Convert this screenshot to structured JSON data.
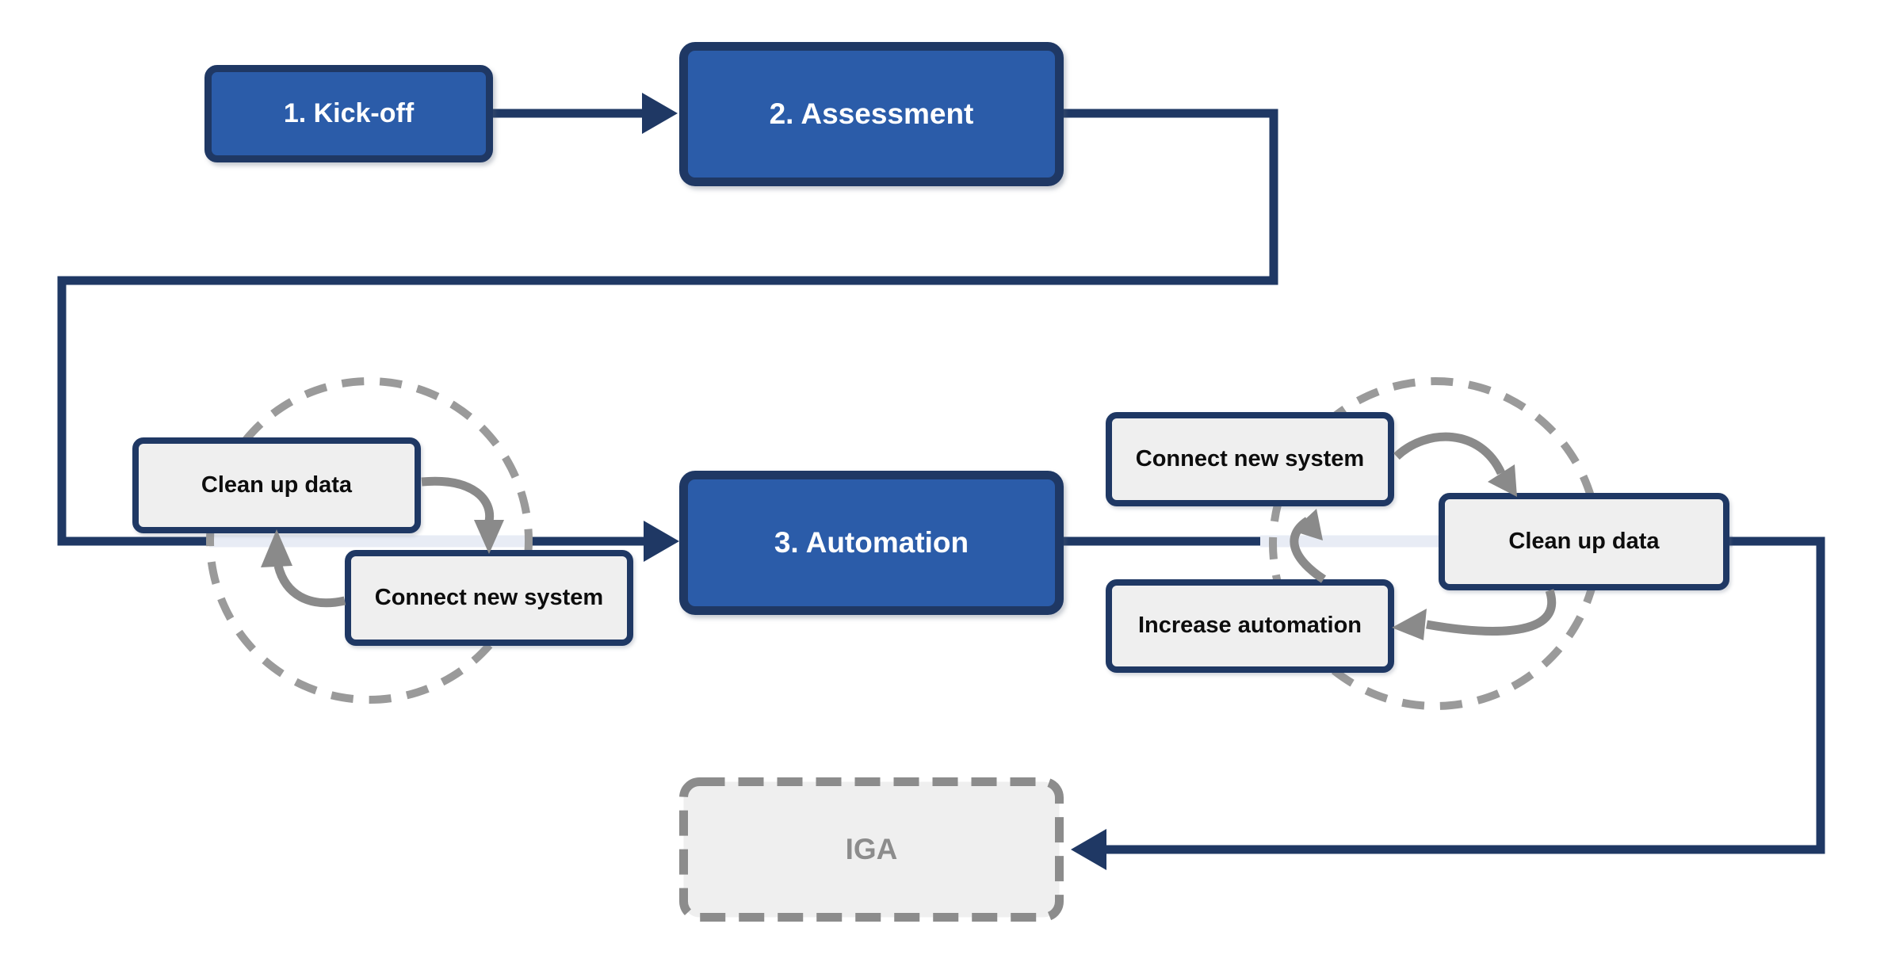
{
  "diagram": {
    "type": "flowchart",
    "background": "#ffffff",
    "stages": {
      "kickoff": "1. Kick-off",
      "assessment": "2. Assessment",
      "automation": "3. Automation",
      "iga": "IGA"
    },
    "left_loop": {
      "clean_up_data": "Clean up data",
      "connect_new_system": "Connect new system"
    },
    "right_loop": {
      "connect_new_system": "Connect new system",
      "clean_up_data": "Clean up data",
      "increase_automation": "Increase automation"
    },
    "connections": [
      {
        "from": "1. Kick-off",
        "to": "2. Assessment"
      },
      {
        "from": "2. Assessment",
        "to": "3. Automation"
      },
      {
        "from": "3. Automation",
        "to": "IGA"
      },
      {
        "loop": "left",
        "cycle": [
          "Clean up data",
          "Connect new system"
        ]
      },
      {
        "loop": "right",
        "cycle": [
          "Connect new system",
          "Clean up data",
          "Increase automation"
        ]
      }
    ],
    "colors": {
      "stage_fill": "#2b5ca9",
      "stage_border": "#1f3864",
      "stage_text": "#ffffff",
      "connector_navy": "#1f3864",
      "connector_faded": "#e8ecf5",
      "task_fill": "#efefef",
      "task_border": "#1f3864",
      "task_text": "#0d0d0d",
      "loop_dash_gray": "#9a9a9a",
      "loop_arrow_gray": "#8a8a8a",
      "iga_border_gray": "#8c8c8c",
      "iga_text_gray": "#8c8c8c"
    }
  }
}
